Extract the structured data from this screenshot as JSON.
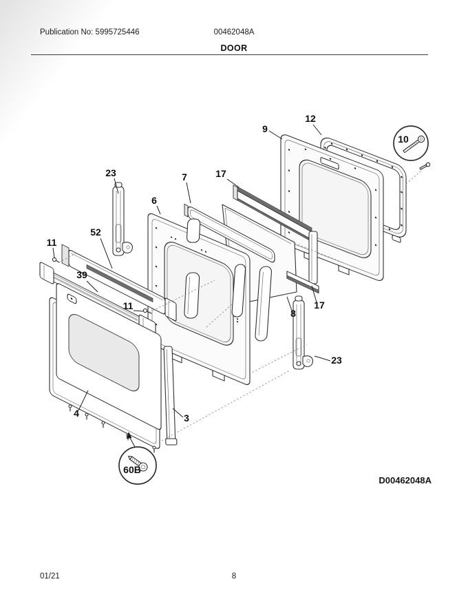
{
  "page": {
    "header": {
      "publication_no": "Publication No: 5995725446",
      "document_code": "00462048A",
      "section_title": "DOOR"
    },
    "footer": {
      "revision_date": "01/21",
      "page_number": "8"
    },
    "diagram_id": "D00462048A"
  },
  "diagram": {
    "type": "exploded-parts-diagram",
    "subject": "oven door assembly",
    "callouts": {
      "c3": "3",
      "c4": "4",
      "c6": "6",
      "c7": "7",
      "c8": "8",
      "c9": "9",
      "c10": "10",
      "c11a": "11",
      "c11b": "11",
      "c12": "12",
      "c17a": "17",
      "c17b": "17",
      "c23a": "23",
      "c23b": "23",
      "c39": "39",
      "c52": "52",
      "c60b": "60B"
    }
  },
  "colors": {
    "line": "#2e2e2e",
    "glass_tint": "#e9e9e9",
    "gasket_dark": "#6e6e6e",
    "paper": "#ffffff"
  }
}
